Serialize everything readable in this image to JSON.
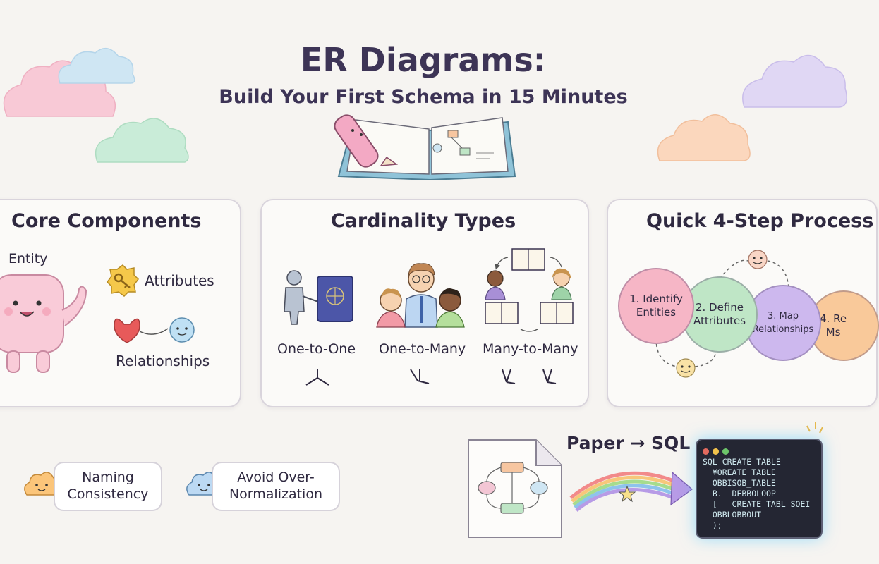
{
  "header": {
    "title": "ER Diagrams:",
    "subtitle": "Build Your First Schema in 15 Minutes"
  },
  "core_components": {
    "title": "Core Components",
    "entity_label": "Entity",
    "attributes_label": "Attributes",
    "relationships_label": "Relationships"
  },
  "cardinality": {
    "title": "Cardinality Types",
    "items": [
      {
        "label": "One-to-One"
      },
      {
        "label": "One-to-Many"
      },
      {
        "label": "Many-to-Many"
      }
    ]
  },
  "process": {
    "title": "Quick 4-Step Process",
    "steps": [
      {
        "label": "1. Identify\nEntities",
        "color": "#f6b6c6"
      },
      {
        "label": "2. Define\nAttributes",
        "color": "#bfe6c6"
      },
      {
        "label": "3. Map\nRelationships",
        "color": "#cdb8ee"
      },
      {
        "label": "4. Re\nMs",
        "color": "#f9c99a"
      }
    ]
  },
  "tips": [
    {
      "label": "Naming\nConsistency"
    },
    {
      "label": "Avoid Over-\nNormalization"
    }
  ],
  "conversion": {
    "label": "Paper → SQL",
    "code_lines": [
      "SQL CREATE TABLE",
      "  ¥OREATE TABLE",
      "  OBBISOB_TABLE",
      "  B.  DEBBOLOOP",
      "",
      "  [   CREATE TABL SOEI",
      "  OBBLOBBOUT",
      "  );"
    ]
  },
  "colors": {
    "background": "#f6f4f1",
    "panel_border": "#d9d4dc",
    "title": "#3d3456"
  }
}
